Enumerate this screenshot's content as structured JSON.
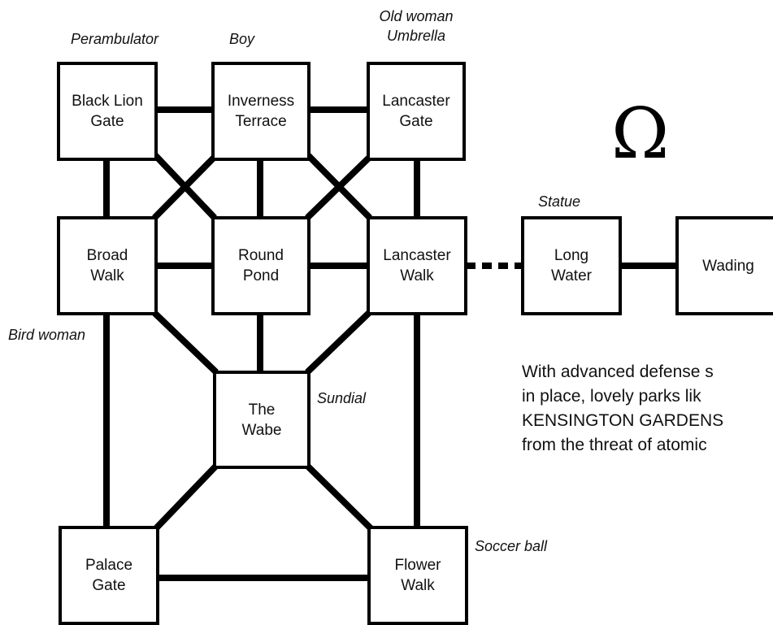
{
  "rooms": {
    "black_lion_gate": "Black Lion\nGate",
    "inverness_terrace": "Inverness\nTerrace",
    "lancaster_gate": "Lancaster\nGate",
    "broad_walk": "Broad\nWalk",
    "round_pond": "Round\nPond",
    "lancaster_walk": "Lancaster\nWalk",
    "long_water": "Long\nWater",
    "wading": "Wading",
    "the_wabe": "The\nWabe",
    "palace_gate": "Palace\nGate",
    "flower_walk": "Flower\nWalk"
  },
  "objects": {
    "perambulator": "Perambulator",
    "boy": "Boy",
    "old_woman_umbrella": "Old woman\nUmbrella",
    "statue": "Statue",
    "bird_woman": "Bird woman",
    "sundial": "Sundial",
    "soccer_ball": "Soccer ball"
  },
  "symbol": "Ω",
  "caption": {
    "line1": "With advanced defense s",
    "line2": "in place, lovely parks lik",
    "line3": "KENSINGTON GARDENS",
    "line4": "from the threat of atomic"
  }
}
